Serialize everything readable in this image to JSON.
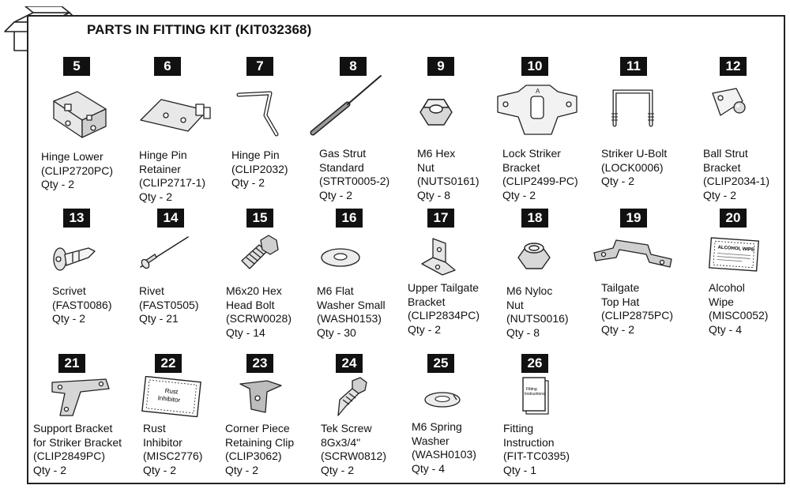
{
  "title": "PARTS IN FITTING KIT (KIT032368)",
  "parts": [
    {
      "num": "5",
      "lines": [
        "Hinge Lower",
        "(CLIP2720PC)",
        "Qty - 2"
      ]
    },
    {
      "num": "6",
      "lines": [
        "Hinge Pin",
        "Retainer",
        "(CLIP2717-1)",
        "Qty - 2"
      ]
    },
    {
      "num": "7",
      "lines": [
        "Hinge Pin",
        "(CLIP2032)",
        "Qty - 2"
      ]
    },
    {
      "num": "8",
      "lines": [
        "Gas Strut",
        "Standard",
        "(STRT0005-2)",
        "Qty - 2"
      ]
    },
    {
      "num": "9",
      "lines": [
        "M6 Hex",
        "Nut",
        "(NUTS0161)",
        "Qty - 8"
      ]
    },
    {
      "num": "10",
      "lines": [
        "Lock Striker",
        "Bracket",
        "(CLIP2499-PC)",
        "Qty - 2"
      ]
    },
    {
      "num": "11",
      "lines": [
        "Striker U-Bolt",
        "(LOCK0006)",
        "Qty - 2"
      ]
    },
    {
      "num": "12",
      "lines": [
        "Ball Strut",
        "Bracket",
        "(CLIP2034-1)",
        "Qty - 2"
      ]
    },
    {
      "num": "13",
      "lines": [
        "Scrivet",
        "(FAST0086)",
        "Qty - 2"
      ]
    },
    {
      "num": "14",
      "lines": [
        "Rivet",
        "(FAST0505)",
        "Qty - 21"
      ]
    },
    {
      "num": "15",
      "lines": [
        "M6x20 Hex",
        "Head Bolt",
        "(SCRW0028)",
        "Qty - 14"
      ]
    },
    {
      "num": "16",
      "lines": [
        "M6 Flat",
        "Washer Small",
        "(WASH0153)",
        "Qty - 30"
      ]
    },
    {
      "num": "17",
      "lines": [
        "Upper Tailgate",
        "Bracket",
        "(CLIP2834PC)",
        "Qty - 2"
      ]
    },
    {
      "num": "18",
      "lines": [
        "M6 Nyloc",
        "Nut",
        "(NUTS0016)",
        "Qty - 8"
      ]
    },
    {
      "num": "19",
      "lines": [
        "Tailgate",
        "Top Hat",
        "(CLIP2875PC)",
        "Qty - 2"
      ]
    },
    {
      "num": "20",
      "lines": [
        "Alcohol",
        "Wipe",
        "(MISC0052)",
        "Qty - 4"
      ]
    },
    {
      "num": "21",
      "lines": [
        "Support Bracket",
        "for Striker Bracket",
        "(CLIP2849PC)",
        "Qty - 2"
      ]
    },
    {
      "num": "22",
      "lines": [
        "Rust",
        "Inhibitor",
        "(MISC2776)",
        "Qty - 2"
      ]
    },
    {
      "num": "23",
      "lines": [
        "Corner Piece",
        "Retaining Clip",
        "(CLIP3062)",
        "Qty - 2"
      ]
    },
    {
      "num": "24",
      "lines": [
        "Tek Screw",
        "8Gx3/4\"",
        "(SCRW0812)",
        "Qty - 2"
      ]
    },
    {
      "num": "25",
      "lines": [
        "M6 Spring",
        "Washer",
        "(WASH0103)",
        "Qty - 4"
      ]
    },
    {
      "num": "26",
      "lines": [
        "Fitting",
        "Instruction",
        "(FIT-TC0395)",
        "Qty - 1"
      ]
    }
  ],
  "packets": {
    "alcohol": "ALCOHOL WIPE",
    "rust_top": "Rust",
    "rust_bottom": "Inhibitor",
    "instr_top": "Fitting",
    "instr_bottom": "Instructions"
  }
}
